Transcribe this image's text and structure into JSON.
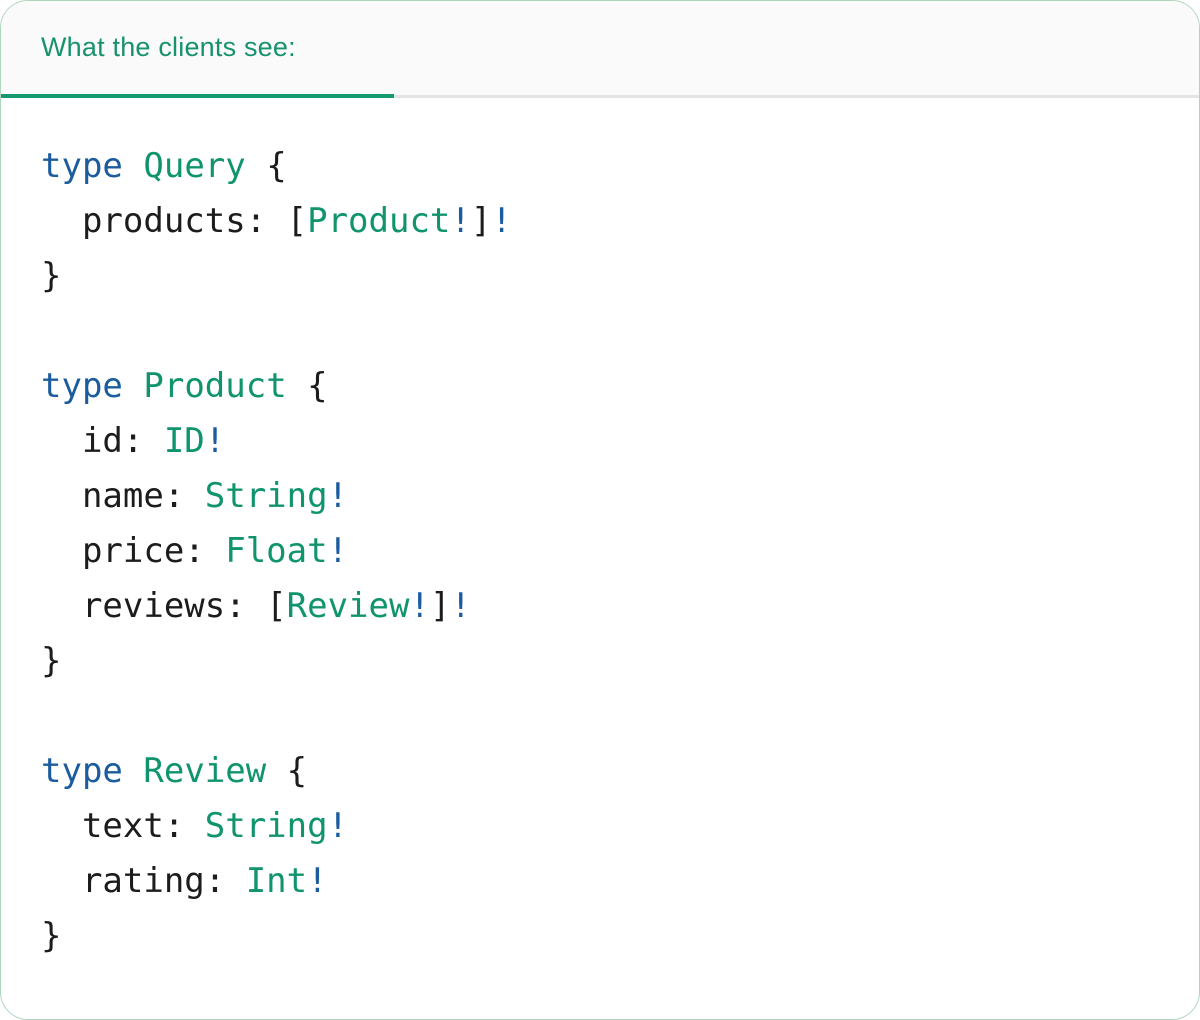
{
  "header": {
    "tab_label": "What the clients see:"
  },
  "colors": {
    "tab_label_teal": "#16926e",
    "tab_underline_active": "#16996f",
    "tab_underline_track": "#e4e4e4",
    "tabbar_background": "#fafafa",
    "card_border_green": "#aed6be",
    "code_keyword_blue": "#1a5c9d",
    "code_typename_teal": "#10946e",
    "code_bang_blue": "#1a5c9d",
    "code_text_dark": "#1c1c1c"
  },
  "code": {
    "language": "graphql",
    "lines": [
      [
        {
          "t": "type",
          "c": "keyword"
        },
        {
          "t": " ",
          "c": "plain"
        },
        {
          "t": "Query",
          "c": "type"
        },
        {
          "t": " {",
          "c": "plain"
        }
      ],
      [
        {
          "t": "  products: [",
          "c": "plain"
        },
        {
          "t": "Product",
          "c": "type"
        },
        {
          "t": "!",
          "c": "bang"
        },
        {
          "t": "]",
          "c": "plain"
        },
        {
          "t": "!",
          "c": "bang"
        }
      ],
      [
        {
          "t": "}",
          "c": "plain"
        }
      ],
      [],
      [
        {
          "t": "type",
          "c": "keyword"
        },
        {
          "t": " ",
          "c": "plain"
        },
        {
          "t": "Product",
          "c": "type"
        },
        {
          "t": " {",
          "c": "plain"
        }
      ],
      [
        {
          "t": "  id: ",
          "c": "plain"
        },
        {
          "t": "ID",
          "c": "type"
        },
        {
          "t": "!",
          "c": "bang"
        }
      ],
      [
        {
          "t": "  name: ",
          "c": "plain"
        },
        {
          "t": "String",
          "c": "type"
        },
        {
          "t": "!",
          "c": "bang"
        }
      ],
      [
        {
          "t": "  price: ",
          "c": "plain"
        },
        {
          "t": "Float",
          "c": "type"
        },
        {
          "t": "!",
          "c": "bang"
        }
      ],
      [
        {
          "t": "  reviews: [",
          "c": "plain"
        },
        {
          "t": "Review",
          "c": "type"
        },
        {
          "t": "!",
          "c": "bang"
        },
        {
          "t": "]",
          "c": "plain"
        },
        {
          "t": "!",
          "c": "bang"
        }
      ],
      [
        {
          "t": "}",
          "c": "plain"
        }
      ],
      [],
      [
        {
          "t": "type",
          "c": "keyword"
        },
        {
          "t": " ",
          "c": "plain"
        },
        {
          "t": "Review",
          "c": "type"
        },
        {
          "t": " {",
          "c": "plain"
        }
      ],
      [
        {
          "t": "  text: ",
          "c": "plain"
        },
        {
          "t": "String",
          "c": "type"
        },
        {
          "t": "!",
          "c": "bang"
        }
      ],
      [
        {
          "t": "  rating: ",
          "c": "plain"
        },
        {
          "t": "Int",
          "c": "type"
        },
        {
          "t": "!",
          "c": "bang"
        }
      ],
      [
        {
          "t": "}",
          "c": "plain"
        }
      ]
    ]
  }
}
